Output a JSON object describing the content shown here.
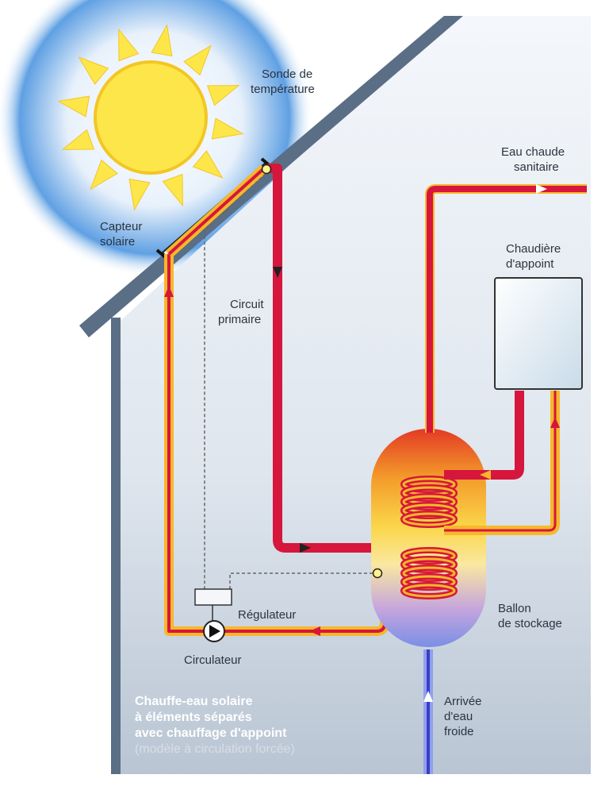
{
  "labels": {
    "sensor": [
      "Sonde de",
      "température"
    ],
    "collector": [
      "Capteur",
      "solaire"
    ],
    "circuit": [
      "Circuit",
      "primaire"
    ],
    "hot_water": [
      "Eau chaude",
      "sanitaire"
    ],
    "boiler": [
      "Chaudière",
      "d'appoint"
    ],
    "regulator": "Régulateur",
    "pump": "Circulateur",
    "tank": [
      "Ballon",
      "de stockage"
    ],
    "cold_water": [
      "Arrivée",
      "d'eau",
      "froide"
    ]
  },
  "caption": {
    "lines": [
      "Chauffe-eau solaire",
      "à éléments séparés",
      "avec chauffage d'appoint"
    ],
    "note": "(modèle à circulation forcée)"
  },
  "colors": {
    "hot_pipe": "#d6163c",
    "warm_pipe": "#f6b82a",
    "cold_pipe": "#3a3fc4",
    "roof": "#5a6e86",
    "sun": "#fde64a"
  }
}
